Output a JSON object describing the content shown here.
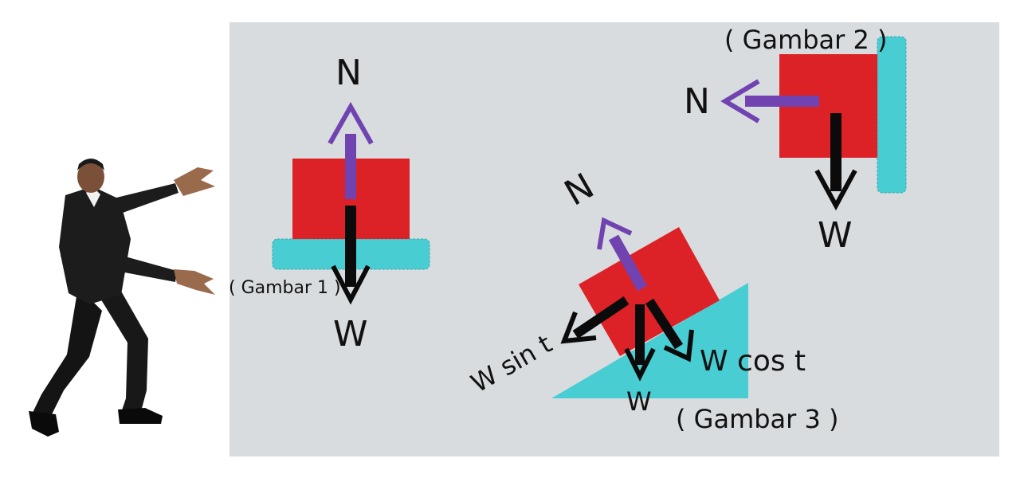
{
  "colors": {
    "panel": "#d8dcdf",
    "block": "#dc2227",
    "surface": "#48cdd3",
    "normal_force": "#7043b1",
    "weight": "#0b0b0b"
  },
  "figure1": {
    "caption": "( Gambar 1 )",
    "normal_label": "N",
    "weight_label": "W"
  },
  "figure2": {
    "caption": "( Gambar 2 )",
    "normal_label": "N",
    "weight_label": "W"
  },
  "figure3": {
    "caption": "( Gambar 3 )",
    "normal_label": "N",
    "weight_label": "W",
    "sin_label": "W sin t",
    "cos_label": "W cos t"
  },
  "icons": {
    "person": "person-pushing-gesture-icon"
  }
}
